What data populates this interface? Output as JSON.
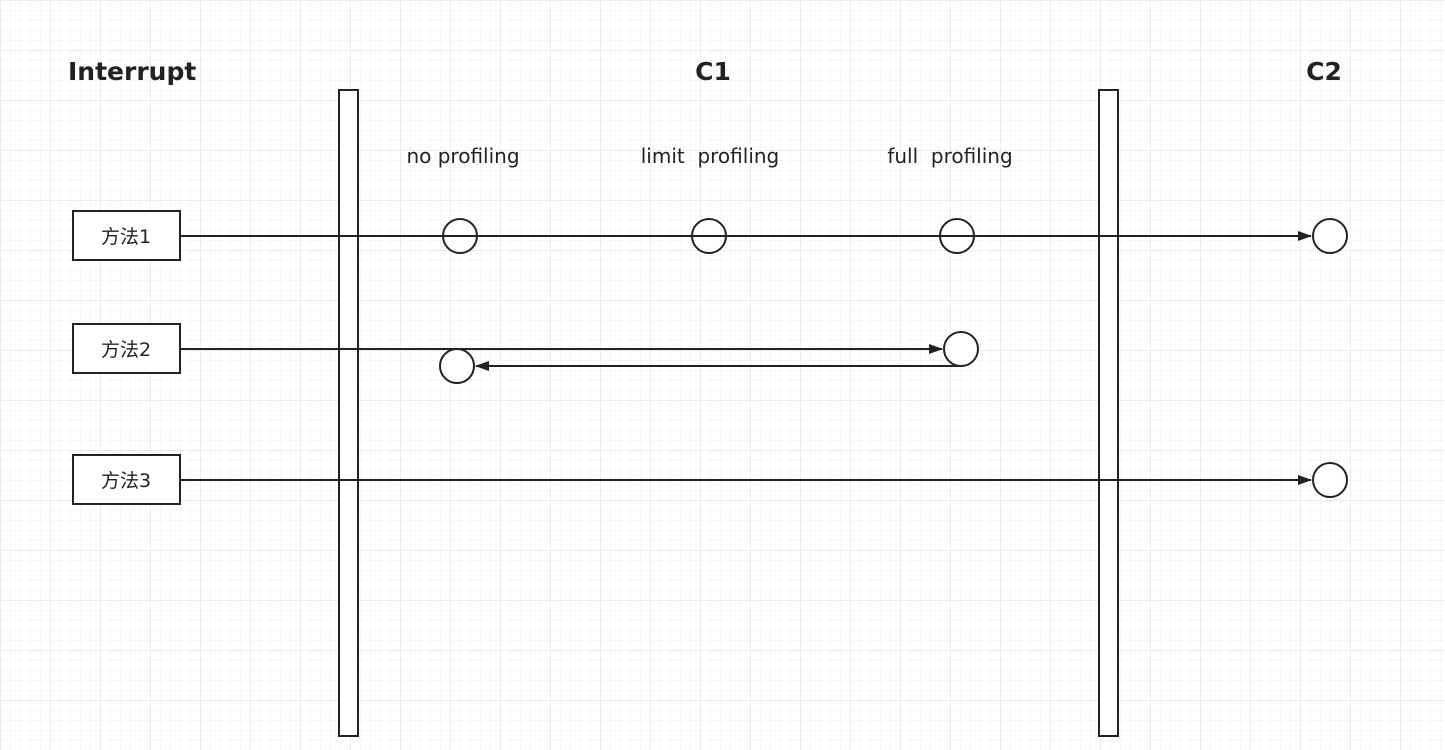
{
  "columns": {
    "interrupt": "Interrupt",
    "c1": "C1",
    "c2": "C2"
  },
  "stages": {
    "no_profiling": "no profiling",
    "limit_profiling": "limit  profiling",
    "full_profiling": "full  profiling"
  },
  "methods": {
    "method1": "方法1",
    "method2": "方法2",
    "method3": "方法3"
  },
  "colors": {
    "stroke": "#222222",
    "background": "#ffffff",
    "grid": "#ececec"
  }
}
